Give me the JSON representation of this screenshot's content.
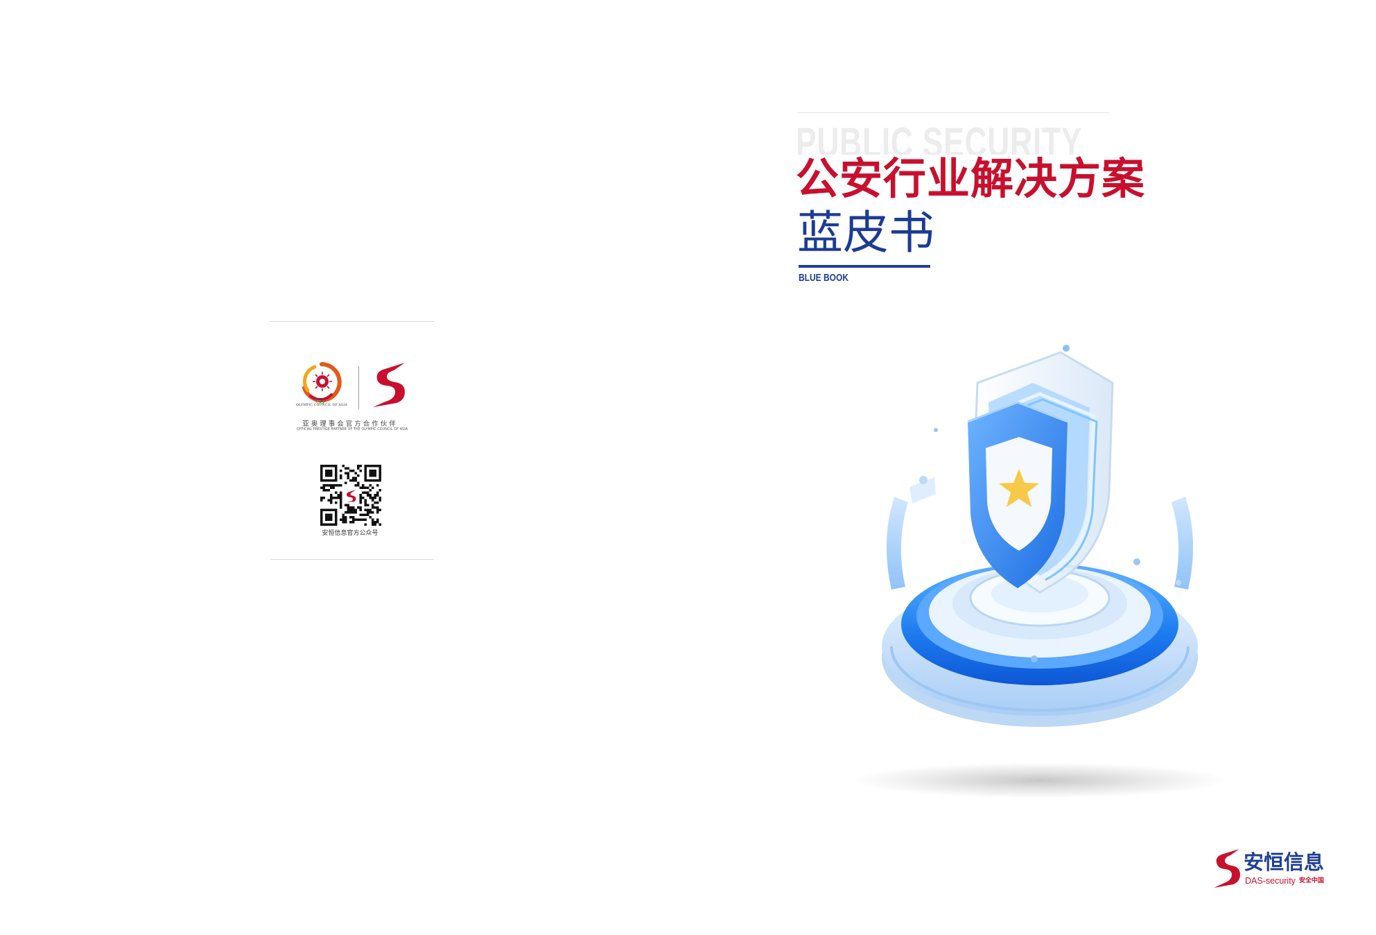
{
  "back_cover": {
    "oca_caption": "OLYMPIC COUNCIL OF ASIA",
    "partner_cn": "亚奥理事会官方合作伙伴",
    "partner_en": "OFFICIAL PRESTIGE PARTNER OF THE OLYMPIC COUNCIL OF ASIA",
    "qr_caption": "安恒信息官方公众号"
  },
  "front_cover": {
    "en_title": "PUBLIC SECURITY",
    "title_cn": "公安行业解决方案",
    "subtitle_cn": "蓝皮书",
    "subtitle_en": "BLUE BOOK"
  },
  "company": {
    "name_cn": "安恒信息",
    "name_en": "DAS-security",
    "slogan": "安全中国"
  },
  "colors": {
    "brand_red": "#c8102e",
    "brand_navy": "#1f3f96",
    "shield_blue": "#2f8cf0",
    "star_yellow": "#f7c948"
  },
  "icons": {
    "oca_emblem": "olympic-council-of-asia-emblem",
    "company_mark": "das-security-s-mark",
    "qr": "wechat-qr-code",
    "illustration": "security-shield-illustration"
  }
}
